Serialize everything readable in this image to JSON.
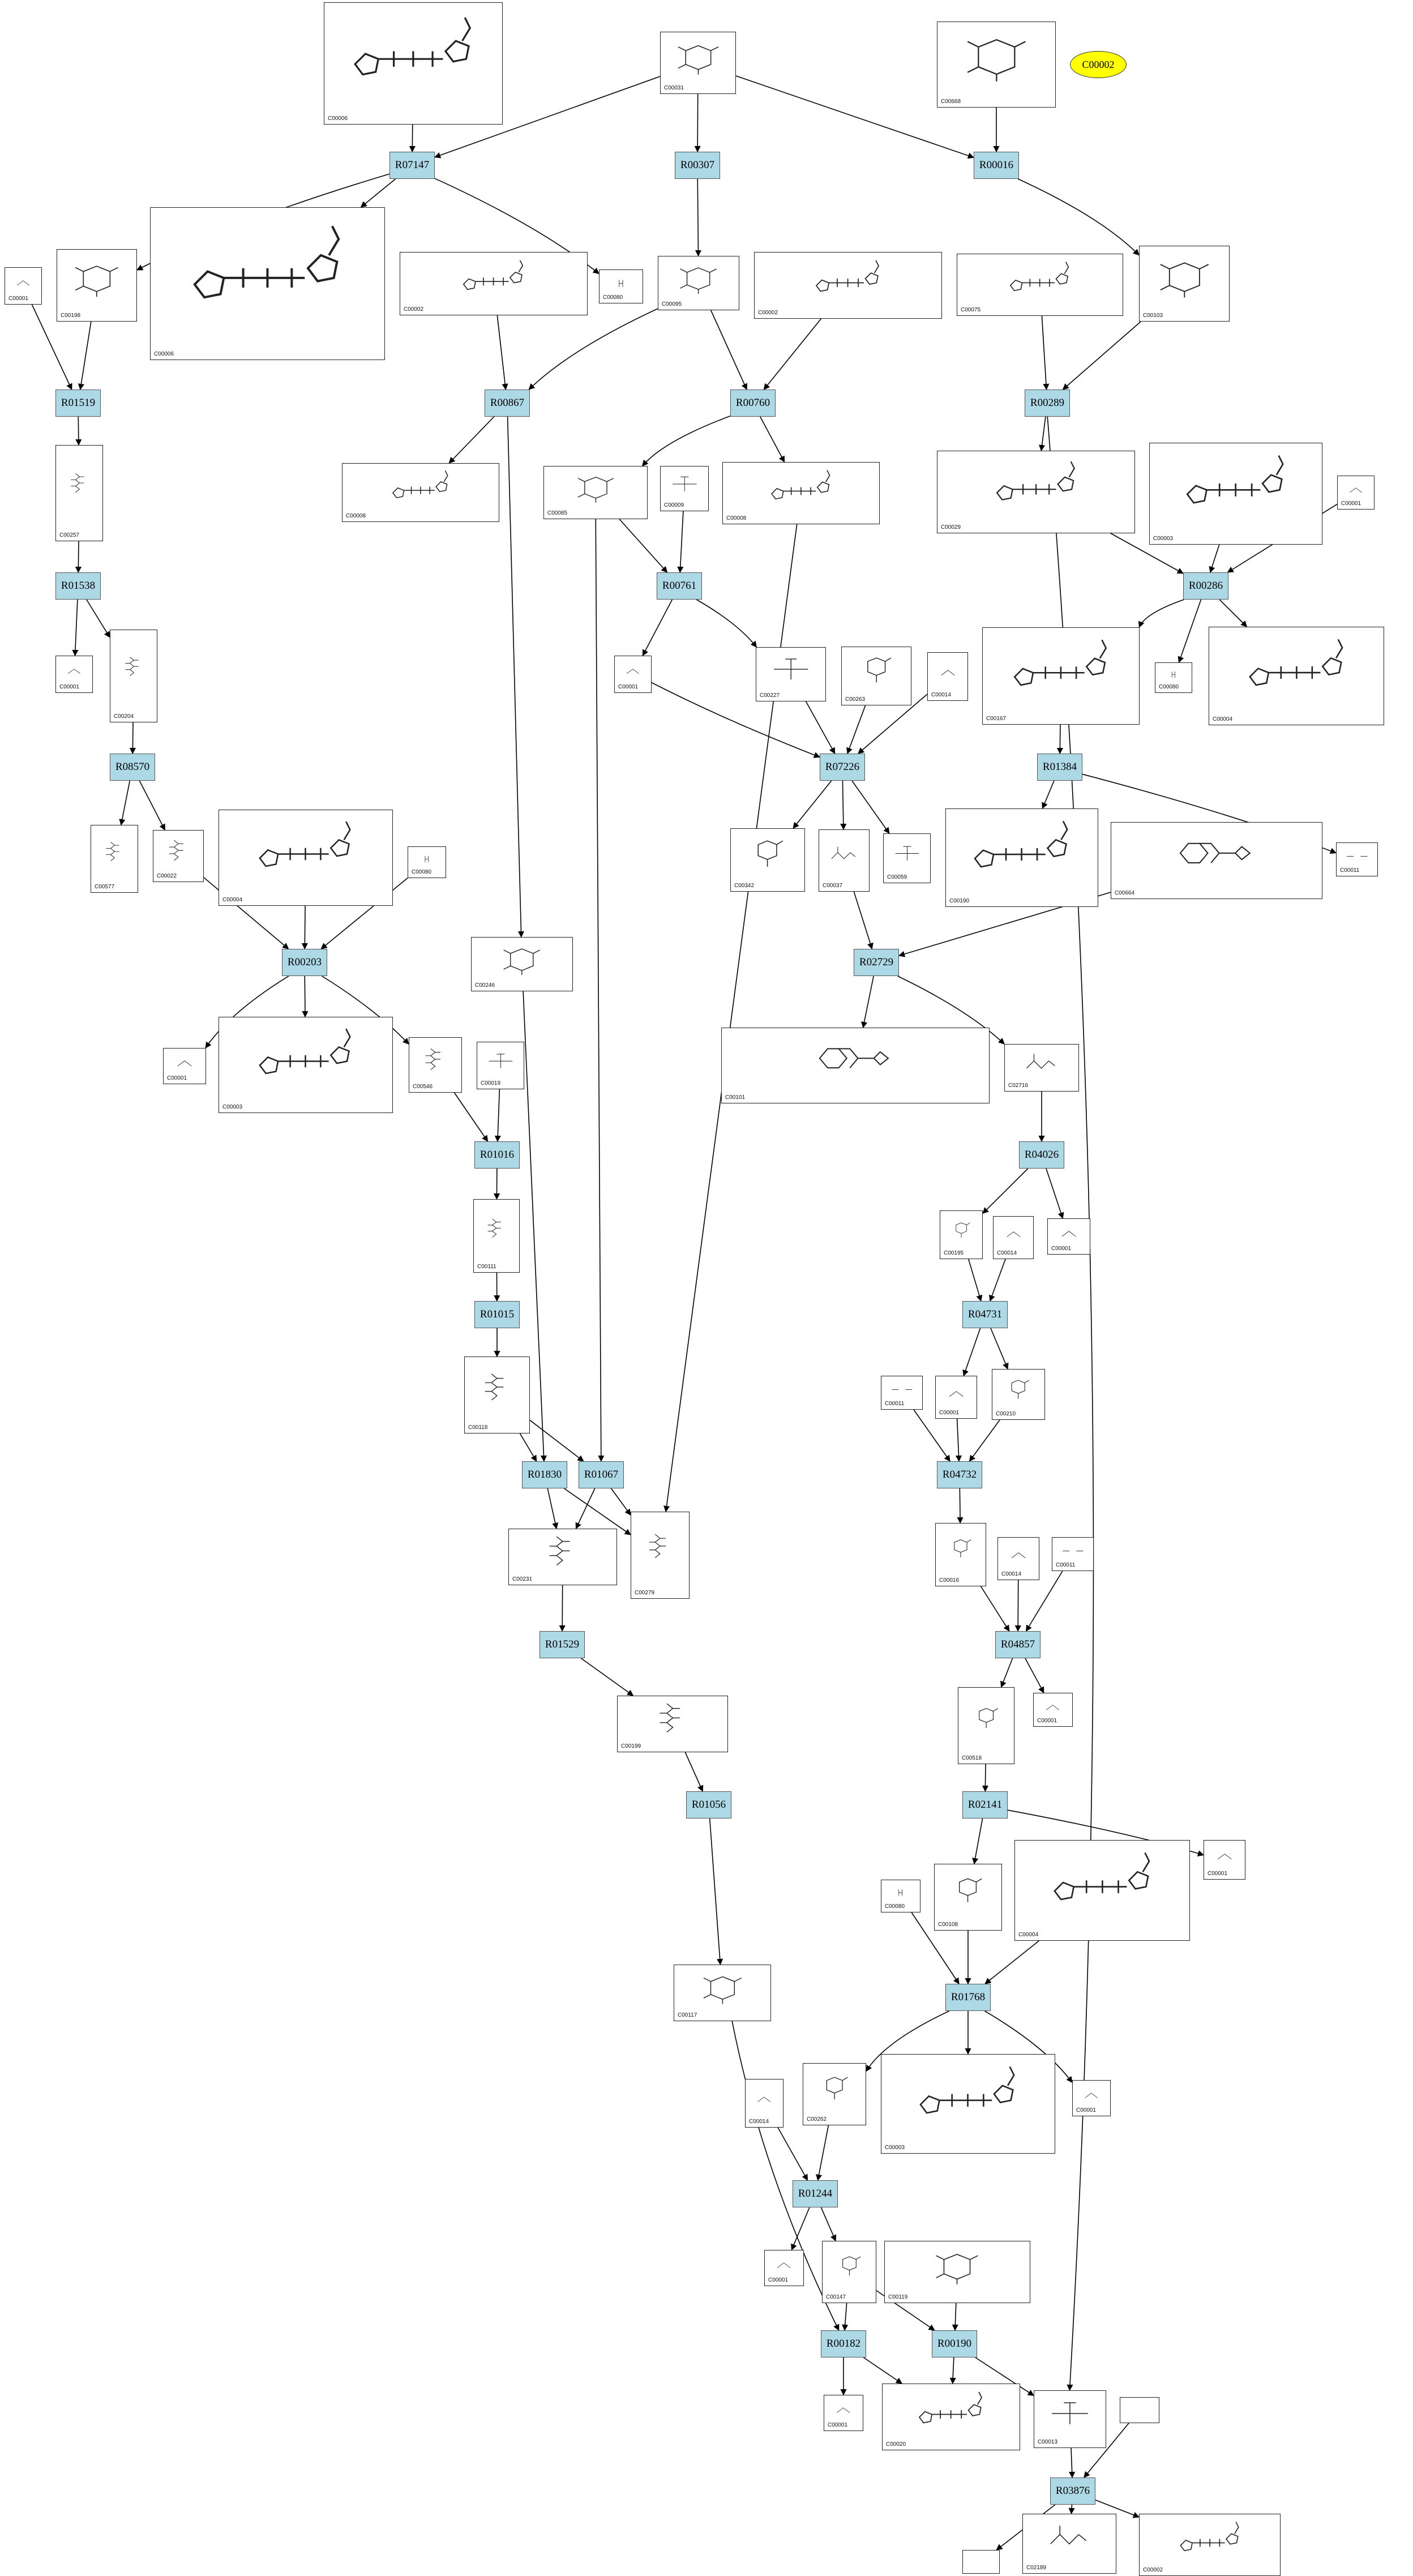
{
  "diagram": {
    "highlight": {
      "id": "C00002",
      "color": "#ffff00"
    },
    "reaction_color": "#add8e6",
    "reactions": [
      {
        "key": "r07147",
        "label": "R07147"
      },
      {
        "key": "r00307",
        "label": "R00307"
      },
      {
        "key": "r00016",
        "label": "R00016"
      },
      {
        "key": "r01519",
        "label": "R01519"
      },
      {
        "key": "r00867",
        "label": "R00867"
      },
      {
        "key": "r00760",
        "label": "R00760"
      },
      {
        "key": "r00289",
        "label": "R00289"
      },
      {
        "key": "r01538",
        "label": "R01538"
      },
      {
        "key": "r00761",
        "label": "R00761"
      },
      {
        "key": "r00286",
        "label": "R00286"
      },
      {
        "key": "r08570",
        "label": "R08570"
      },
      {
        "key": "r07226",
        "label": "R07226"
      },
      {
        "key": "r01384",
        "label": "R01384"
      },
      {
        "key": "r00203",
        "label": "R00203"
      },
      {
        "key": "r02729",
        "label": "R02729"
      },
      {
        "key": "r01016",
        "label": "R01016"
      },
      {
        "key": "r04026",
        "label": "R04026"
      },
      {
        "key": "r01015",
        "label": "R01015"
      },
      {
        "key": "r04731",
        "label": "R04731"
      },
      {
        "key": "r01830",
        "label": "R01830"
      },
      {
        "key": "r01067",
        "label": "R01067"
      },
      {
        "key": "r04732",
        "label": "R04732"
      },
      {
        "key": "r01529",
        "label": "R01529"
      },
      {
        "key": "r04857",
        "label": "R04857"
      },
      {
        "key": "r01056",
        "label": "R01056"
      },
      {
        "key": "r02141",
        "label": "R02141"
      },
      {
        "key": "r01768",
        "label": "R01768"
      },
      {
        "key": "r01244",
        "label": "R01244"
      },
      {
        "key": "r00182",
        "label": "R00182"
      },
      {
        "key": "r00190",
        "label": "R00190"
      },
      {
        "key": "r03876",
        "label": "R03876"
      }
    ],
    "compounds": [
      {
        "key": "c00006a",
        "label": "C00006",
        "icon": "nucleotide-structure"
      },
      {
        "key": "c00031",
        "label": "C00031",
        "icon": "sugar-ring-structure"
      },
      {
        "key": "c00668",
        "label": "C00668",
        "icon": "sugar-phosphate-structure"
      },
      {
        "key": "c00001a",
        "label": "C00001",
        "icon": "water-structure"
      },
      {
        "key": "c00198",
        "label": "C00198",
        "icon": "sugar-ring-structure"
      },
      {
        "key": "c00006b",
        "label": "C00006",
        "icon": "nucleotide-structure"
      },
      {
        "key": "c00002a",
        "label": "C00002",
        "icon": "nucleotide-structure"
      },
      {
        "key": "c00080a",
        "label": "C00080",
        "icon": "proton-structure"
      },
      {
        "key": "c00095",
        "label": "C00095",
        "icon": "sugar-ring-structure"
      },
      {
        "key": "c00002b",
        "label": "C00002",
        "icon": "nucleotide-structure"
      },
      {
        "key": "c00075",
        "label": "C00075",
        "icon": "nucleotide-structure"
      },
      {
        "key": "c00103",
        "label": "C00103",
        "icon": "sugar-phosphate-structure"
      },
      {
        "key": "c00257",
        "label": "C00257",
        "icon": "acid-chain-structure"
      },
      {
        "key": "c00008a",
        "label": "C00008",
        "icon": "nucleotide-structure"
      },
      {
        "key": "c00085",
        "label": "C00085",
        "icon": "sugar-phosphate-structure"
      },
      {
        "key": "c00009a",
        "label": "C00009",
        "icon": "phosphate-structure"
      },
      {
        "key": "c00008b",
        "label": "C00008",
        "icon": "nucleotide-structure"
      },
      {
        "key": "c00029",
        "label": "C00029",
        "icon": "nucleotide-sugar-structure"
      },
      {
        "key": "c00003a",
        "label": "C00003",
        "icon": "nucleotide-structure"
      },
      {
        "key": "c00001b",
        "label": "C00001",
        "icon": "water-structure"
      },
      {
        "key": "c00001c",
        "label": "C00001",
        "icon": "water-structure"
      },
      {
        "key": "c00204",
        "label": "C00204",
        "icon": "acid-chain-structure"
      },
      {
        "key": "c00001d",
        "label": "C00001",
        "icon": "water-structure"
      },
      {
        "key": "c00227",
        "label": "C00227",
        "icon": "acetyl-phosphate-structure"
      },
      {
        "key": "c00263",
        "label": "C00263",
        "icon": "ring-structure"
      },
      {
        "key": "c00014a",
        "label": "C00014",
        "icon": "ammonia-structure"
      },
      {
        "key": "c00167",
        "label": "C00167",
        "icon": "nucleotide-sugar-structure"
      },
      {
        "key": "c00080b",
        "label": "C00080",
        "icon": "proton-structure"
      },
      {
        "key": "c00004a",
        "label": "C00004",
        "icon": "nucleotide-structure"
      },
      {
        "key": "c00577",
        "label": "C00577",
        "icon": "acid-chain-structure"
      },
      {
        "key": "c00022",
        "label": "C00022",
        "icon": "acid-chain-structure"
      },
      {
        "key": "c00004b",
        "label": "C00004",
        "icon": "nucleotide-structure"
      },
      {
        "key": "c00080c",
        "label": "C00080",
        "icon": "proton-structure"
      },
      {
        "key": "c00342",
        "label": "C00342",
        "icon": "ring-structure"
      },
      {
        "key": "c00037",
        "label": "C00037",
        "icon": "amino-acid-structure"
      },
      {
        "key": "c00059",
        "label": "C00059",
        "icon": "phosphate-structure"
      },
      {
        "key": "c00190",
        "label": "C00190",
        "icon": "nucleotide-sugar-structure"
      },
      {
        "key": "c00664",
        "label": "C00664",
        "icon": "pteridine-structure"
      },
      {
        "key": "c00011a",
        "label": "C00011",
        "icon": "co2-structure"
      },
      {
        "key": "c00246",
        "label": "C00246",
        "icon": "sugar-phosphate-structure"
      },
      {
        "key": "c00001e",
        "label": "C00001",
        "icon": "water-structure"
      },
      {
        "key": "c00003b",
        "label": "C00003",
        "icon": "nucleotide-structure"
      },
      {
        "key": "c00546",
        "label": "C00546",
        "icon": "acid-chain-structure"
      },
      {
        "key": "c00019",
        "label": "C00019",
        "icon": "phosphate-structure"
      },
      {
        "key": "c00101",
        "label": "C00101",
        "icon": "pteridine-structure"
      },
      {
        "key": "c02716",
        "label": "C02716",
        "icon": "amide-structure"
      },
      {
        "key": "c00111",
        "label": "C00111",
        "icon": "acid-chain-structure"
      },
      {
        "key": "c00195",
        "label": "C00195",
        "icon": "ring-structure"
      },
      {
        "key": "c00014b",
        "label": "C00014",
        "icon": "ammonia-structure"
      },
      {
        "key": "c00001f",
        "label": "C00001",
        "icon": "water-structure"
      },
      {
        "key": "c00118",
        "label": "C00118",
        "icon": "acid-chain-structure"
      },
      {
        "key": "c00011b",
        "label": "C00011",
        "icon": "co2-structure"
      },
      {
        "key": "c00001g",
        "label": "C00001",
        "icon": "water-structure"
      },
      {
        "key": "c00210",
        "label": "C00210",
        "icon": "ring-structure"
      },
      {
        "key": "c00231",
        "label": "C00231",
        "icon": "acid-chain-structure"
      },
      {
        "key": "c00279",
        "label": "C00279",
        "icon": "acid-chain-structure"
      },
      {
        "key": "c00016",
        "label": "C00016",
        "icon": "ring-structure"
      },
      {
        "key": "c00014c",
        "label": "C00014",
        "icon": "ammonia-structure"
      },
      {
        "key": "c00011c",
        "label": "C00011",
        "icon": "co2-structure"
      },
      {
        "key": "c00199",
        "label": "C00199",
        "icon": "acid-chain-structure"
      },
      {
        "key": "c00518",
        "label": "C00518",
        "icon": "ring-structure"
      },
      {
        "key": "c00001h",
        "label": "C00001",
        "icon": "water-structure"
      },
      {
        "key": "c00001i",
        "label": "C00001",
        "icon": "water-structure"
      },
      {
        "key": "c00117",
        "label": "C00117",
        "icon": "sugar-phosphate-structure"
      },
      {
        "key": "c00080d",
        "label": "C00080",
        "icon": "proton-structure"
      },
      {
        "key": "c00108",
        "label": "C00108",
        "icon": "ring-structure"
      },
      {
        "key": "c00004c",
        "label": "C00004",
        "icon": "nucleotide-structure"
      },
      {
        "key": "c00014d",
        "label": "C00014",
        "icon": "ammonia-structure"
      },
      {
        "key": "c00262",
        "label": "C00262",
        "icon": "ring-structure"
      },
      {
        "key": "c00003c",
        "label": "C00003",
        "icon": "nucleotide-structure"
      },
      {
        "key": "c00001j",
        "label": "C00001",
        "icon": "water-structure"
      },
      {
        "key": "c00001k",
        "label": "C00001",
        "icon": "water-structure"
      },
      {
        "key": "c00147",
        "label": "C00147",
        "icon": "ring-structure"
      },
      {
        "key": "c00119",
        "label": "C00119",
        "icon": "sugar-phosphate-structure"
      },
      {
        "key": "c00001l",
        "label": "C00001",
        "icon": "water-structure"
      },
      {
        "key": "c00020",
        "label": "C00020",
        "icon": "nucleotide-structure"
      },
      {
        "key": "c00013",
        "label": "C00013",
        "icon": "phosphate-structure"
      },
      {
        "key": "blank1",
        "label": "",
        "icon": "empty"
      },
      {
        "key": "blank2",
        "label": "",
        "icon": "empty"
      },
      {
        "key": "c02189",
        "label": "C02189",
        "icon": "amino-acid-structure"
      },
      {
        "key": "c00002c",
        "label": "C00002",
        "icon": "nucleotide-structure"
      }
    ]
  }
}
